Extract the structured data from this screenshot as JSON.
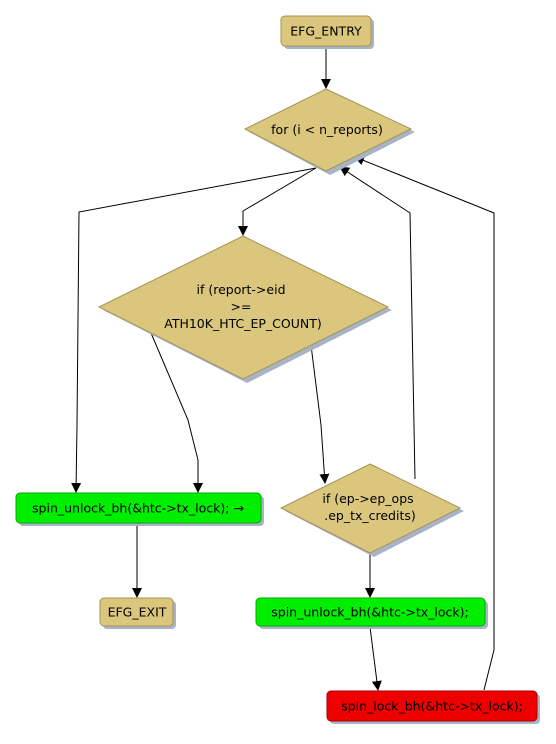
{
  "diagram": {
    "nodes": {
      "entry": "EFG_ENTRY",
      "loop": "for (i < n_reports)",
      "cond_eid": [
        "if (report->eid",
        ">=",
        "ATH10K_HTC_EP_COUNT)"
      ],
      "unlock_exit": "spin_unlock_bh(&htc->tx_lock); →",
      "exit": "EFG_EXIT",
      "cond_credits": [
        "if (ep->ep_ops",
        ".ep_tx_credits)"
      ],
      "unlock_call": "spin_unlock_bh(&htc->tx_lock);",
      "relock": "spin_lock_bh(&htc->tx_lock);"
    },
    "colors": {
      "decision_fill": "#dbc67d",
      "decision_stroke": "#a39453",
      "green_fill": "#00ee00",
      "red_fill": "#ee0000",
      "shadow": "#a8b3c7",
      "edge": "#000000"
    }
  }
}
